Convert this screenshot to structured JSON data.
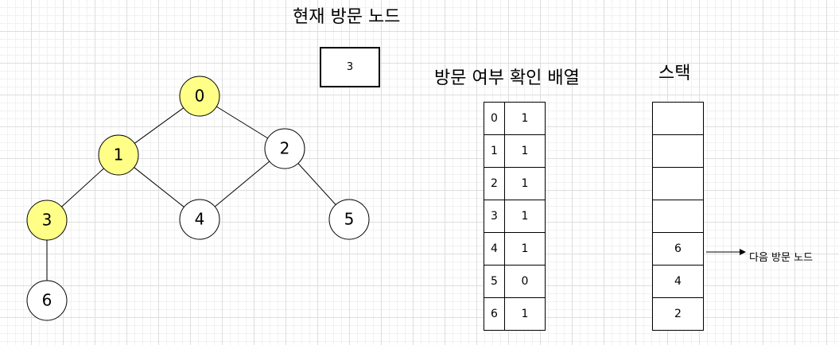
{
  "titles": {
    "current_node": "현재 방문 노드",
    "visited_array": "방문 여부 확인 배열",
    "stack": "스택"
  },
  "current_node": "3",
  "colors": {
    "visited_fill": "#ffff88",
    "unvisited_fill": "#ffffff",
    "stroke": "#000000"
  },
  "graph": {
    "nodes": [
      {
        "id": "0",
        "visited": true
      },
      {
        "id": "1",
        "visited": true
      },
      {
        "id": "2",
        "visited": false
      },
      {
        "id": "3",
        "visited": true
      },
      {
        "id": "4",
        "visited": false
      },
      {
        "id": "5",
        "visited": false
      },
      {
        "id": "6",
        "visited": false
      }
    ],
    "edges": [
      [
        "0",
        "1"
      ],
      [
        "0",
        "2"
      ],
      [
        "1",
        "3"
      ],
      [
        "1",
        "4"
      ],
      [
        "2",
        "4"
      ],
      [
        "2",
        "5"
      ],
      [
        "3",
        "6"
      ]
    ]
  },
  "visited_array": [
    {
      "index": "0",
      "value": "1"
    },
    {
      "index": "1",
      "value": "1"
    },
    {
      "index": "2",
      "value": "1"
    },
    {
      "index": "3",
      "value": "1"
    },
    {
      "index": "4",
      "value": "1"
    },
    {
      "index": "5",
      "value": "0"
    },
    {
      "index": "6",
      "value": "1"
    }
  ],
  "stack": [
    "",
    "",
    "",
    "",
    "6",
    "4",
    "2"
  ],
  "next_label": "다음 방문 노드"
}
